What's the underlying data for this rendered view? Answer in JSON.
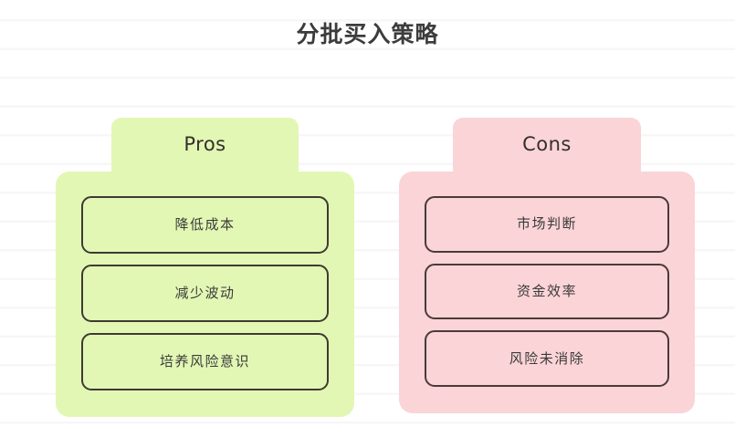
{
  "page": {
    "title": "分批买入策略",
    "background_color": "#ffffff",
    "rule_line_color": "#f7f7f7"
  },
  "columns": [
    {
      "key": "pros",
      "header_label": "Pros",
      "accent_color": "#e3f7b4",
      "border_color": "#3d3a34",
      "items": [
        {
          "label": "降低成本"
        },
        {
          "label": "减少波动"
        },
        {
          "label": "培养风险意识"
        }
      ]
    },
    {
      "key": "cons",
      "header_label": "Cons",
      "accent_color": "#fbd4d7",
      "border_color": "#4a3a38",
      "items": [
        {
          "label": "市场判断"
        },
        {
          "label": "资金效率"
        },
        {
          "label": "风险未消除"
        }
      ]
    }
  ]
}
